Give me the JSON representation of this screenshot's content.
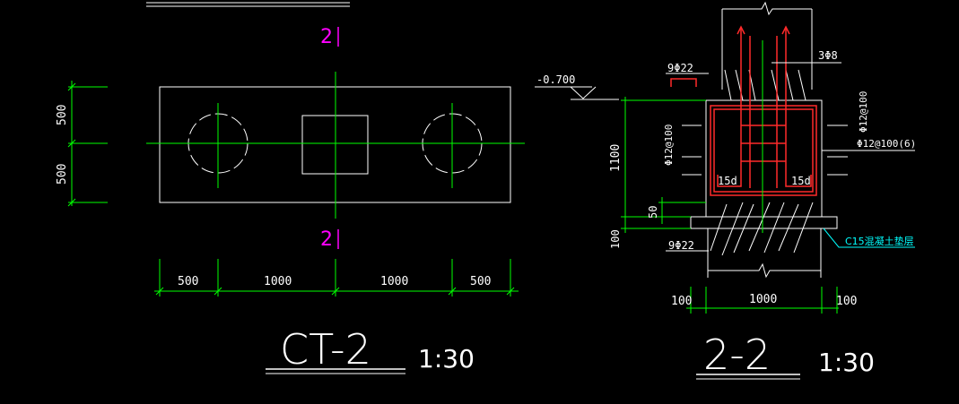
{
  "colors": {
    "background": "#000000",
    "outline": "#ffffff",
    "dimension": "#00ff00",
    "rebar": "#ff2a2a",
    "section_mark": "#ff00ff",
    "leader": "#00ffff"
  },
  "plan": {
    "title": "CT-2",
    "scale": "1:30",
    "section_mark_top": "2",
    "section_mark_bottom": "2",
    "dims_left": [
      "500",
      "500"
    ],
    "dims_bottom": [
      "500",
      "1000",
      "1000",
      "500"
    ]
  },
  "section": {
    "title": "2-2",
    "scale": "1:30",
    "elevation": "-0.700",
    "top_rebar": "9Φ22",
    "bottom_rebar": "9Φ22",
    "column_bars": "3Φ8",
    "side_stirrup_left": "Φ12@100",
    "side_stirrup_right_top": "Φ12@100",
    "side_stirrup_right": "Φ12@100(6)",
    "anchor_left": "15d",
    "anchor_right": "15d",
    "height_dim": "1100",
    "cover_dim": "50",
    "bedding_dim": "100",
    "bedding_label": "C15混凝土垫层",
    "dims_bottom": [
      "100",
      "1000",
      "100"
    ]
  }
}
